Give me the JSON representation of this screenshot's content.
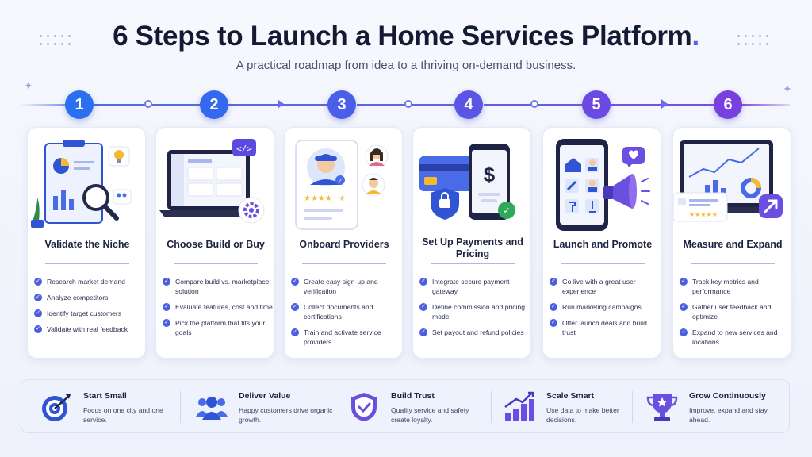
{
  "header": {
    "title": "6 Steps to Launch a Home Services Platform",
    "title_dot": ".",
    "subtitle": "A practical roadmap from idea to a thriving on-demand business."
  },
  "steps": [
    {
      "number": "1",
      "title": "Validate the Niche",
      "icon": "clipboard-magnifier-chart-icon",
      "items": [
        "Research market demand",
        "Analyze competitors",
        "Identify target customers",
        "Validate with real feedback"
      ]
    },
    {
      "number": "2",
      "title": "Choose Build or Buy",
      "icon": "laptop-code-gear-icon",
      "items": [
        "Compare build vs. marketplace solution",
        "Evaluate features, cost and time",
        "Pick the platform that fits your goals"
      ]
    },
    {
      "number": "3",
      "title": "Onboard Providers",
      "icon": "provider-profile-cards-icon",
      "items": [
        "Create easy sign-up and verification",
        "Collect documents and certifications",
        "Train and activate service providers"
      ]
    },
    {
      "number": "4",
      "title": "Set Up Payments and Pricing",
      "icon": "card-phone-payment-icon",
      "items": [
        "Integrate secure payment gateway",
        "Define commission and pricing model",
        "Set payout and refund policies"
      ]
    },
    {
      "number": "5",
      "title": "Launch and Promote",
      "icon": "phone-megaphone-icon",
      "items": [
        "Go live with a great user experience",
        "Run marketing campaigns",
        "Offer launch deals and build trust"
      ]
    },
    {
      "number": "6",
      "title": "Measure and Expand",
      "icon": "dashboard-growth-icon",
      "items": [
        "Track key metrics and performance",
        "Gather user feedback and optimize",
        "Expand to new services and locations"
      ]
    }
  ],
  "values": [
    {
      "title": "Start Small",
      "desc": "Focus on one city and one service.",
      "icon": "target-icon"
    },
    {
      "title": "Deliver Value",
      "desc": "Happy customers drive organic growth.",
      "icon": "people-group-icon"
    },
    {
      "title": "Build Trust",
      "desc": "Quality service and safety create loyalty.",
      "icon": "shield-check-icon"
    },
    {
      "title": "Scale Smart",
      "desc": "Use data to make better decisions.",
      "icon": "growth-bars-icon"
    },
    {
      "title": "Grow Continuously",
      "desc": "Improve, expand and stay ahead.",
      "icon": "trophy-icon"
    }
  ],
  "colors": {
    "accent_blue": "#2f6fe8",
    "accent_purple": "#7a3fe0",
    "check": "#4a5fe0",
    "title": "#141a33"
  }
}
